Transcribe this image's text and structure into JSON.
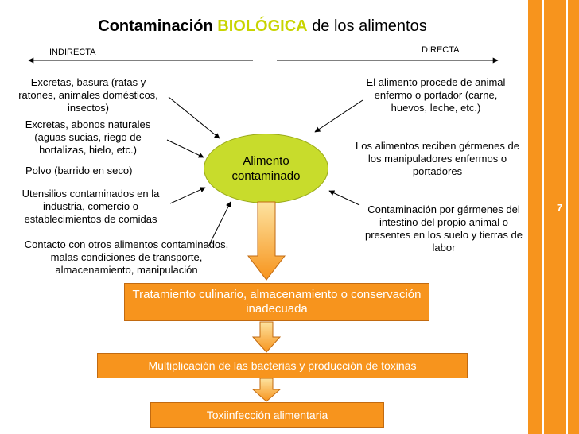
{
  "title": {
    "part1": "Contaminación",
    "part2": "BIOLÓGICA",
    "part3": "de los alimentos"
  },
  "direction": {
    "indirect": "INDIRECTA",
    "direct": "DIRECTA"
  },
  "center": {
    "line1": "Alimento",
    "line2": "contaminado"
  },
  "indirect_causes": [
    "Excretas, basura (ratas y ratones, animales domésticos, insectos)",
    "Excretas, abonos naturales (aguas sucias, riego de hortalizas, hielo, etc.)",
    "Polvo (barrido en seco)",
    "Utensilios contaminados en la industria, comercio o establecimientos de comidas",
    "Contacto con otros alimentos contaminados, malas condiciones de transporte, almacenamiento, manipulación"
  ],
  "direct_causes": [
    "El alimento procede de animal enfermo o portador (carne, huevos, leche, etc.)",
    "Los alimentos reciben gérmenes de los manipuladores enfermos o portadores",
    "Contaminación por gérmenes del intestino del propio animal o presentes en los suelo y tierras de labor"
  ],
  "steps": [
    "Tratamiento culinario, almacenamiento o conservación inadecuada",
    "Multiplicación de las bacterias y producción de toxinas",
    "Toxiinfección alimentaria"
  ],
  "page_number": "7",
  "colors": {
    "accent_orange": "#f7941d",
    "accent_lime": "#c8d400",
    "ellipse_green": "#c8dc2c"
  }
}
